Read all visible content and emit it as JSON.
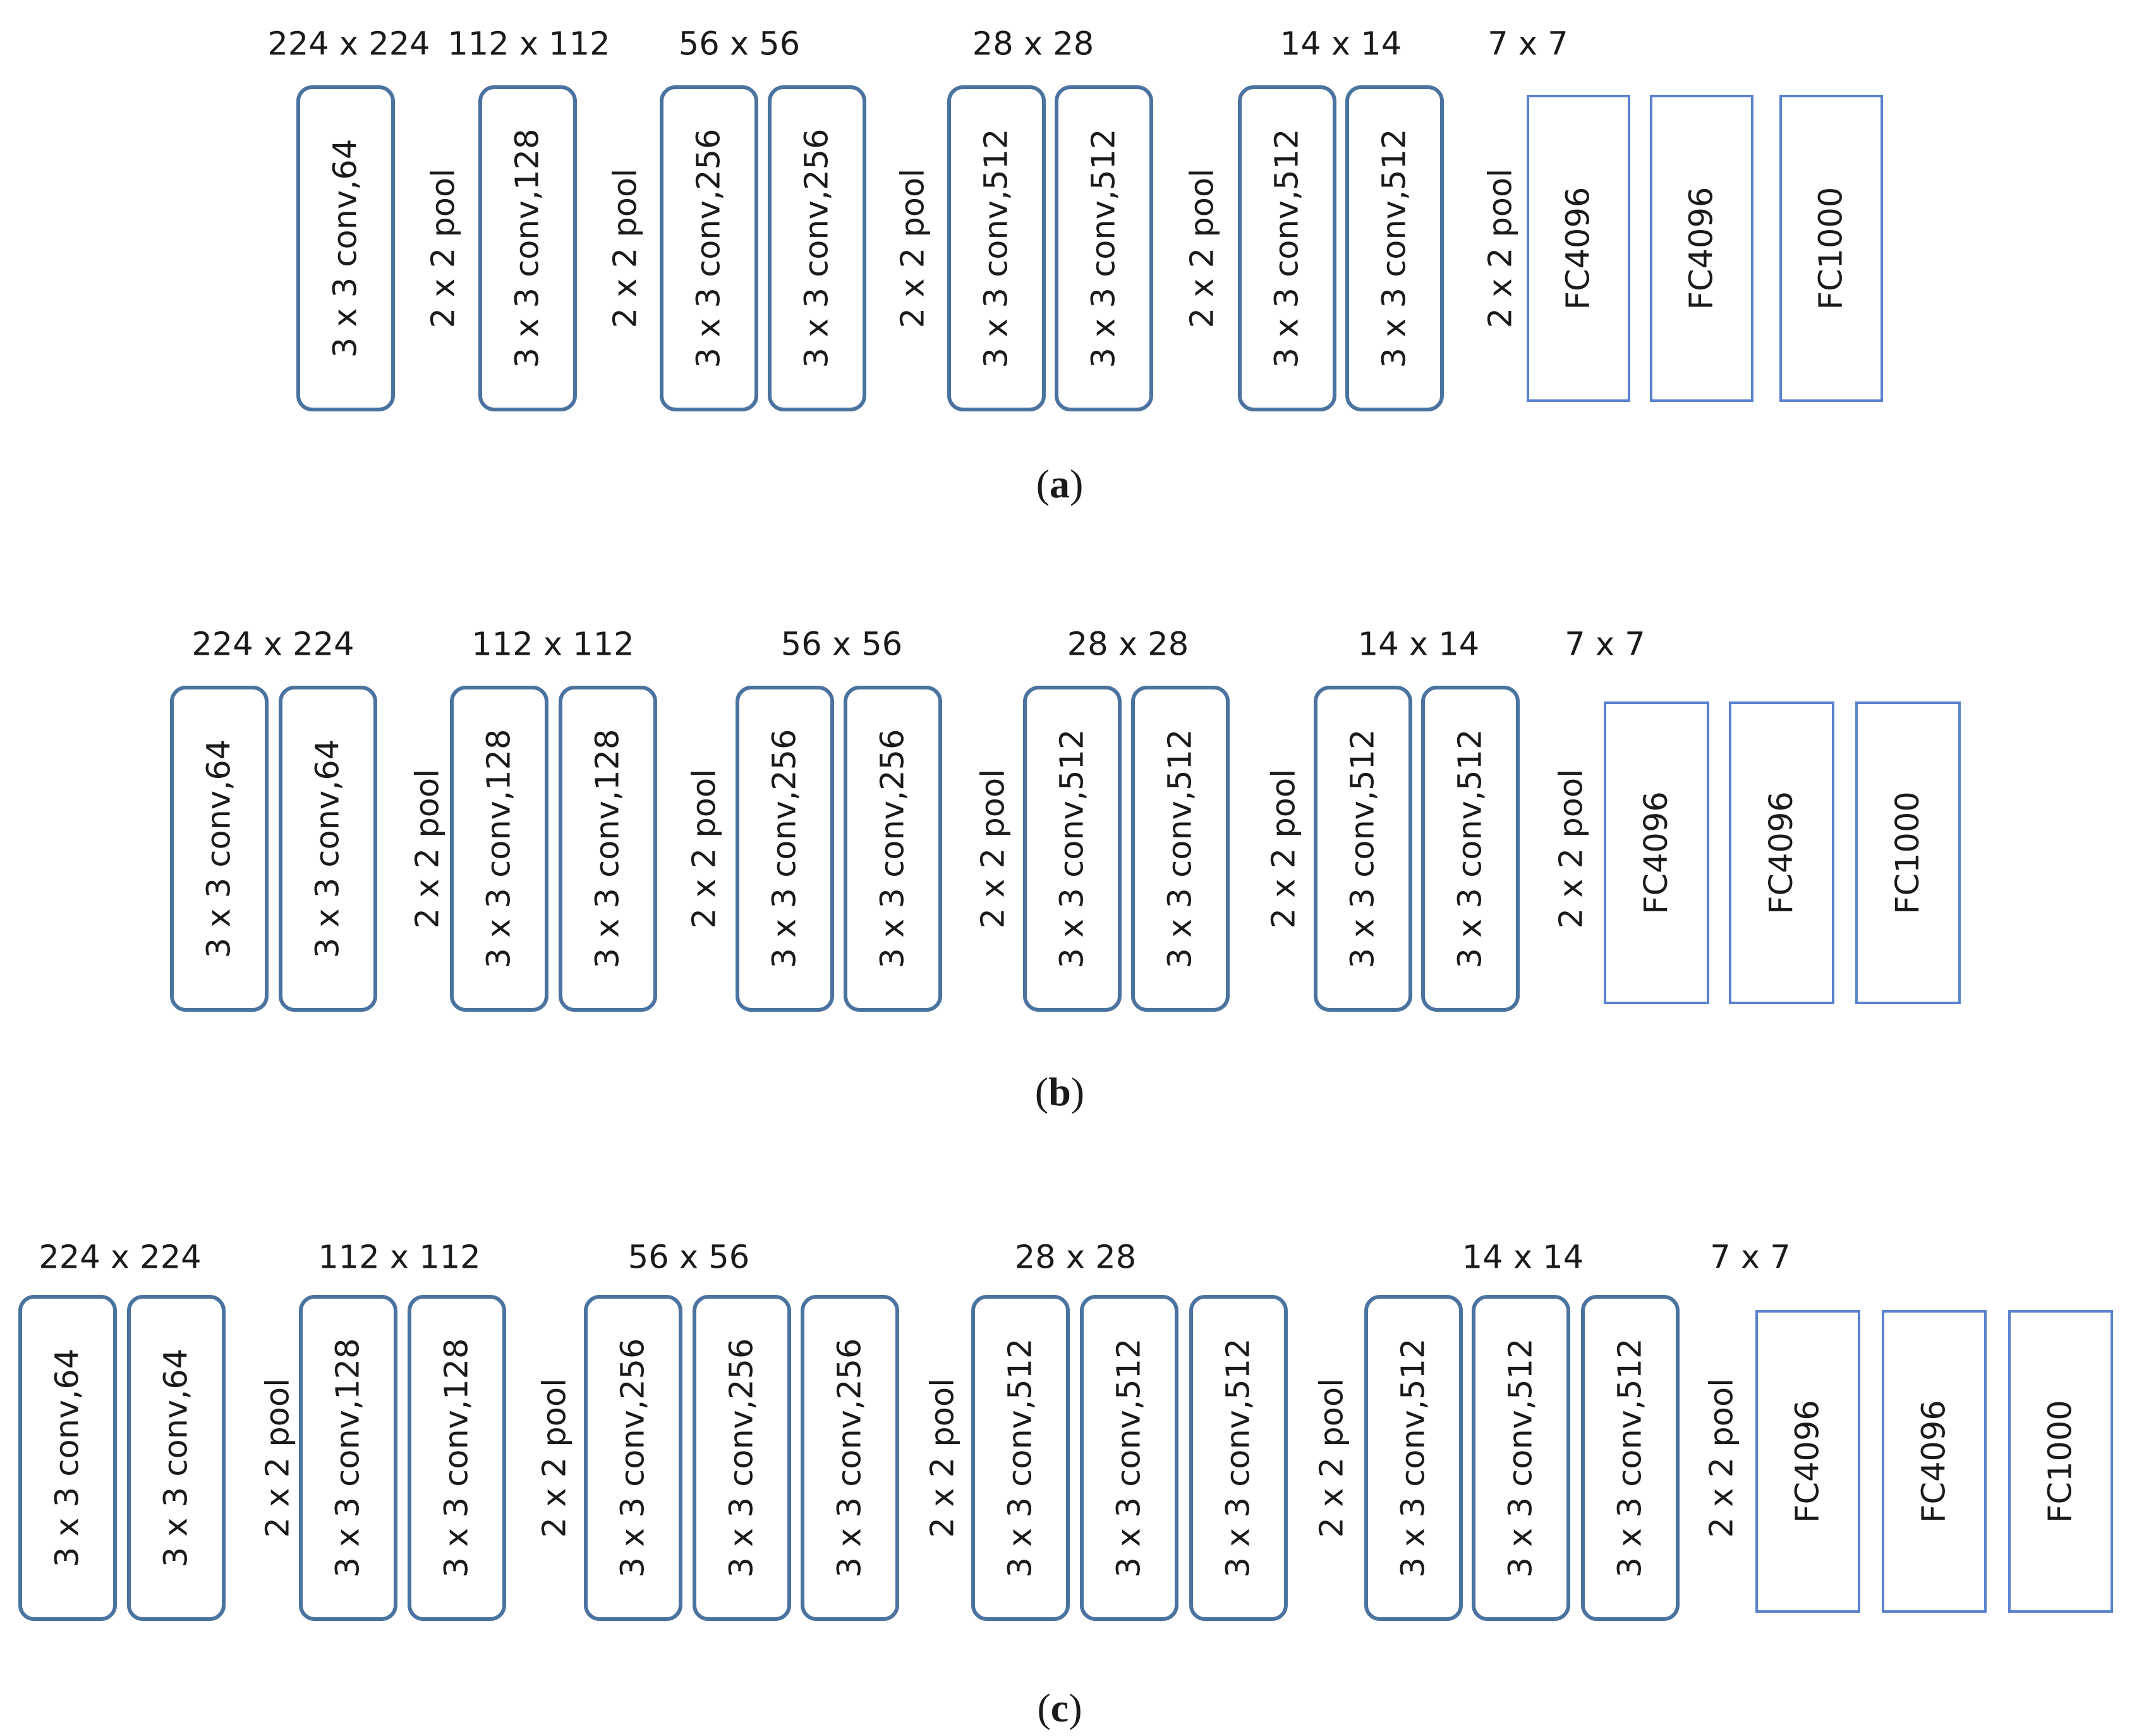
{
  "panels": [
    {
      "caption": "a",
      "size_labels": [
        "224 x 224",
        "112 x 112",
        "56 x 56",
        "28 x 28",
        "14 x 14",
        "7 x 7"
      ],
      "stages": [
        [
          "3 x 3 conv,64"
        ],
        [
          "3 x 3 conv,128"
        ],
        [
          "3 x 3 conv,256",
          "3 x 3 conv,256"
        ],
        [
          "3 x 3 conv,512",
          "3 x 3 conv,512"
        ],
        [
          "3 x 3 conv,512",
          "3 x 3 conv,512"
        ]
      ],
      "pool_label": "2 x 2 pool",
      "fc_layers": [
        "FC4096",
        "FC4096",
        "FC1000"
      ]
    },
    {
      "caption": "b",
      "size_labels": [
        "224 x 224",
        "112 x 112",
        "56 x 56",
        "28 x 28",
        "14 x 14",
        "7 x 7"
      ],
      "stages": [
        [
          "3 x 3 conv,64",
          "3 x 3 conv,64"
        ],
        [
          "3 x 3 conv,128",
          "3 x 3 conv,128"
        ],
        [
          "3 x 3 conv,256",
          "3 x 3 conv,256"
        ],
        [
          "3 x 3 conv,512",
          "3 x 3 conv,512"
        ],
        [
          "3 x 3 conv,512",
          "3 x 3 conv,512"
        ]
      ],
      "pool_label": "2 x 2 pool",
      "fc_layers": [
        "FC4096",
        "FC4096",
        "FC1000"
      ]
    },
    {
      "caption": "c",
      "size_labels": [
        "224 x 224",
        "112 x 112",
        "56 x 56",
        "28 x 28",
        "14 x 14",
        "7 x 7"
      ],
      "stages": [
        [
          "3 x 3 conv,64",
          "3 x 3 conv,64"
        ],
        [
          "3 x 3 conv,128",
          "3 x 3 conv,128"
        ],
        [
          "3 x 3 conv,256",
          "3 x 3 conv,256",
          "3 x 3 conv,256"
        ],
        [
          "3 x 3 conv,512",
          "3 x 3 conv,512",
          "3 x 3 conv,512"
        ],
        [
          "3 x 3 conv,512",
          "3 x 3 conv,512",
          "3 x 3 conv,512"
        ]
      ],
      "pool_label": "2 x 2 pool",
      "fc_layers": [
        "FC4096",
        "FC4096",
        "FC1000"
      ]
    }
  ]
}
